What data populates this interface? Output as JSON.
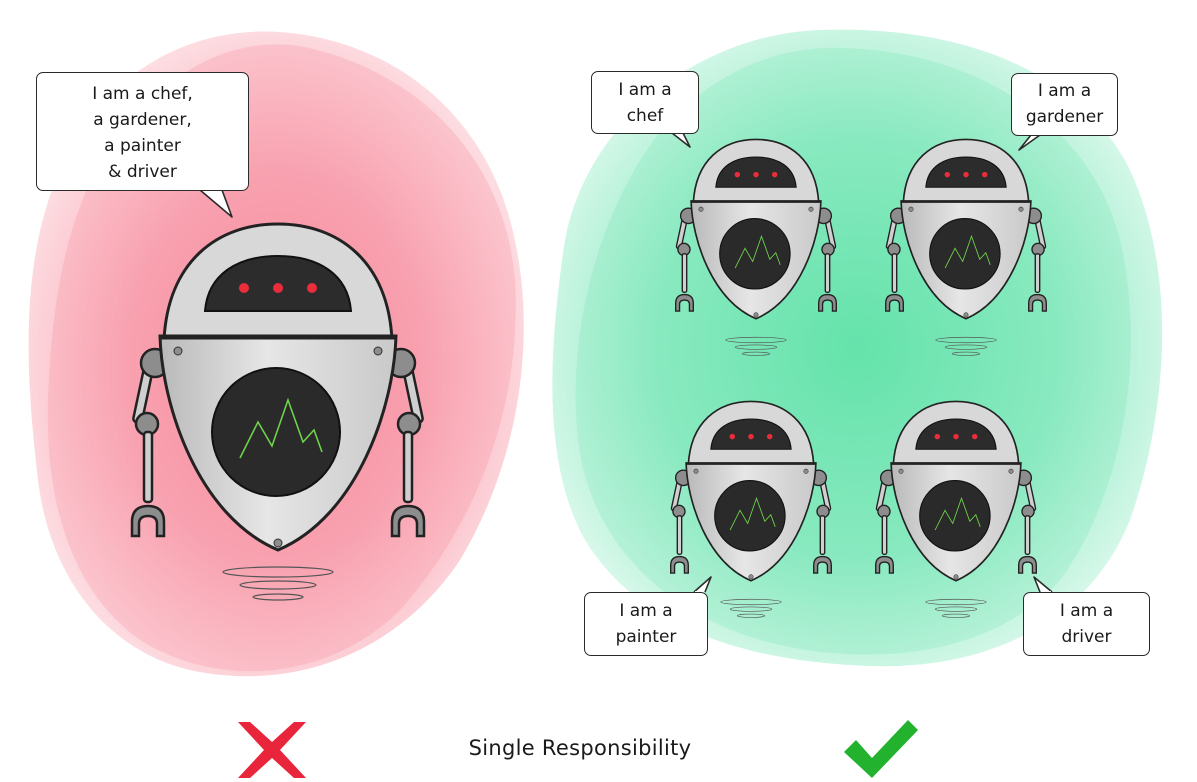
{
  "figure": {
    "caption": "Single Responsibility",
    "bad_robot": {
      "speech": [
        "I am a chef,",
        "a gardener,",
        "a painter",
        "& driver"
      ]
    },
    "good_robots": [
      {
        "speech": [
          "I am a",
          "chef"
        ]
      },
      {
        "speech": [
          "I am a",
          "gardener"
        ]
      },
      {
        "speech": [
          "I am a",
          "painter"
        ]
      },
      {
        "speech": [
          "I am a",
          "driver"
        ]
      }
    ],
    "icons": {
      "bad": "cross-icon",
      "good": "checkmark-icon"
    },
    "colors": {
      "bad_background": "#f7a3b0",
      "good_background": "#86e8bf",
      "cross": "#e8253b",
      "check": "#22b22e",
      "robot_body": "#dcdcdc",
      "eye": "#ea2d3b",
      "screen_wave": "#6ed24a"
    }
  }
}
